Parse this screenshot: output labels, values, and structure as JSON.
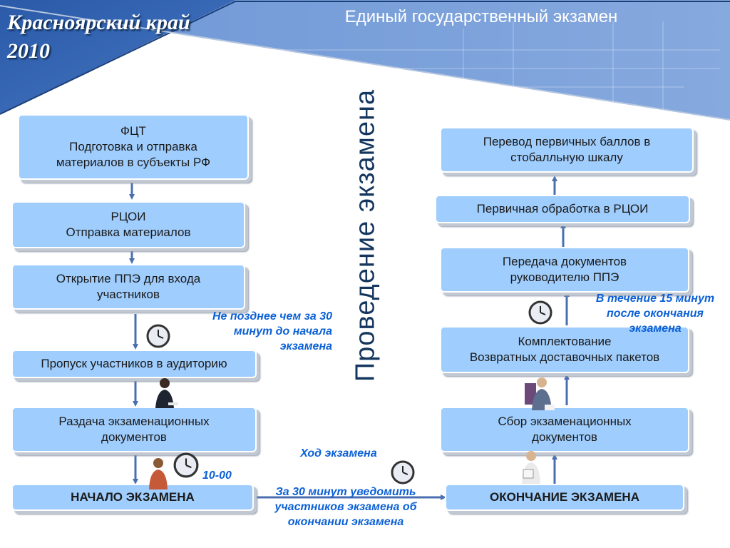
{
  "header": {
    "region": "Красноярский край",
    "year": "2010",
    "title": "Единый государственный экзамен"
  },
  "vertical_title": "Проведение экзамена",
  "left_column": [
    {
      "lines": [
        "ФЦТ",
        "Подготовка и отправка",
        "материалов в субъекты РФ"
      ]
    },
    {
      "lines": [
        "РЦОИ",
        "Отправка материалов"
      ]
    },
    {
      "lines": [
        "Открытие ППЭ для входа",
        "участников"
      ]
    },
    {
      "lines": [
        "Пропуск участников в аудиторию"
      ]
    },
    {
      "lines": [
        "Раздача экзаменационных",
        "документов"
      ]
    },
    {
      "lines": [
        "НАЧАЛО ЭКЗАМЕНА"
      ]
    }
  ],
  "right_column": [
    {
      "lines": [
        "Перевод первичных баллов в",
        "стобалльную шкалу"
      ]
    },
    {
      "lines": [
        "Первичная обработка в РЦОИ"
      ]
    },
    {
      "lines": [
        "Передача документов",
        "руководителю ППЭ"
      ]
    },
    {
      "lines": [
        "Комплектование",
        "Возвратных доставочных пакетов"
      ]
    },
    {
      "lines": [
        "Сбор экзаменационных",
        "документов"
      ]
    },
    {
      "lines": [
        "ОКОНЧАНИЕ ЭКЗАМЕНА"
      ]
    }
  ],
  "notes": {
    "before_start": [
      "Не позднее чем за 30",
      "минут до начала",
      "экзамена"
    ],
    "start_time": "10-00",
    "exam_progress": "Ход экзамена",
    "notify": [
      "За 30 минут уведомить",
      "участников экзамена об",
      "окончании экзамена"
    ],
    "after_end": [
      "В течение 15 минут",
      "после окончания",
      "экзамена"
    ]
  },
  "icons": {
    "clock": "clock-icon",
    "person": "person-icon"
  },
  "colors": {
    "header_blue": "#6a93d3",
    "box_fill": "#9fcdfd",
    "arrow": "#4a6fb0",
    "note_text": "#0b60d6",
    "vertical_title": "#15365f"
  }
}
